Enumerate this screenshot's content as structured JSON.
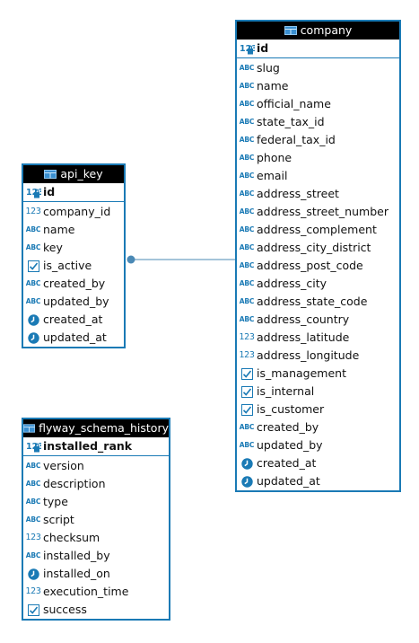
{
  "colors": {
    "border": "#1a7ab5",
    "header_bg": "#000000",
    "header_text": "#ffffff",
    "connector": "#4a89b5"
  },
  "icons": {
    "abc": "ABC",
    "num": "123"
  },
  "tables": {
    "company": {
      "name": "company",
      "pk": "id",
      "columns": [
        {
          "name": "slug",
          "type": "abc"
        },
        {
          "name": "name",
          "type": "abc"
        },
        {
          "name": "official_name",
          "type": "abc"
        },
        {
          "name": "state_tax_id",
          "type": "abc"
        },
        {
          "name": "federal_tax_id",
          "type": "abc"
        },
        {
          "name": "phone",
          "type": "abc"
        },
        {
          "name": "email",
          "type": "abc"
        },
        {
          "name": "address_street",
          "type": "abc"
        },
        {
          "name": "address_street_number",
          "type": "abc"
        },
        {
          "name": "address_complement",
          "type": "abc"
        },
        {
          "name": "address_city_district",
          "type": "abc"
        },
        {
          "name": "address_post_code",
          "type": "abc"
        },
        {
          "name": "address_city",
          "type": "abc"
        },
        {
          "name": "address_state_code",
          "type": "abc"
        },
        {
          "name": "address_country",
          "type": "abc"
        },
        {
          "name": "address_latitude",
          "type": "num"
        },
        {
          "name": "address_longitude",
          "type": "num"
        },
        {
          "name": "is_management",
          "type": "bool"
        },
        {
          "name": "is_internal",
          "type": "bool"
        },
        {
          "name": "is_customer",
          "type": "bool"
        },
        {
          "name": "created_by",
          "type": "abc"
        },
        {
          "name": "updated_by",
          "type": "abc"
        },
        {
          "name": "created_at",
          "type": "time"
        },
        {
          "name": "updated_at",
          "type": "time"
        }
      ]
    },
    "api_key": {
      "name": "api_key",
      "pk": "id",
      "columns": [
        {
          "name": "company_id",
          "type": "num"
        },
        {
          "name": "name",
          "type": "abc"
        },
        {
          "name": "key",
          "type": "abc"
        },
        {
          "name": "is_active",
          "type": "bool"
        },
        {
          "name": "created_by",
          "type": "abc"
        },
        {
          "name": "updated_by",
          "type": "abc"
        },
        {
          "name": "created_at",
          "type": "time"
        },
        {
          "name": "updated_at",
          "type": "time"
        }
      ]
    },
    "flyway_schema_history": {
      "name": "flyway_schema_history",
      "pk": "installed_rank",
      "columns": [
        {
          "name": "version",
          "type": "abc"
        },
        {
          "name": "description",
          "type": "abc"
        },
        {
          "name": "type",
          "type": "abc"
        },
        {
          "name": "script",
          "type": "abc"
        },
        {
          "name": "checksum",
          "type": "num"
        },
        {
          "name": "installed_by",
          "type": "abc"
        },
        {
          "name": "installed_on",
          "type": "time"
        },
        {
          "name": "execution_time",
          "type": "num"
        },
        {
          "name": "success",
          "type": "bool"
        }
      ]
    }
  }
}
